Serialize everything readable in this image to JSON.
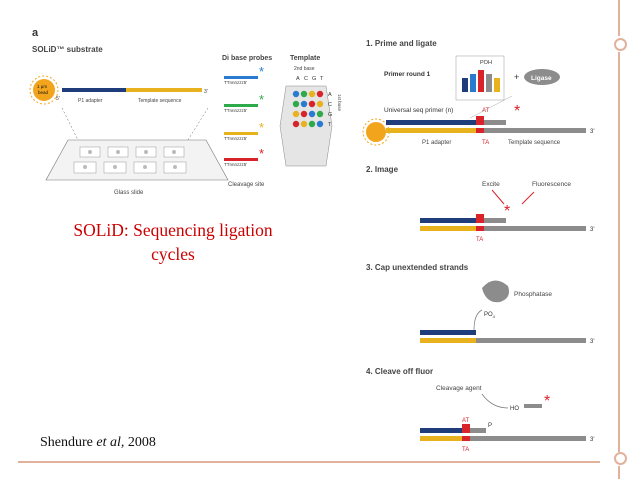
{
  "slide": {
    "caption_line1": "SOLiD: Sequencing ligation",
    "caption_line2": "cycles",
    "credit_author": "Shendure",
    "credit_etal": "et al,",
    "credit_year": "2008"
  },
  "panel_a": {
    "letter": "a",
    "title": "SOLiD™ substrate",
    "bead_label_1": "1 μm",
    "bead_label_2": "bead",
    "p1_adapter": "P1 adapter",
    "template_sequence": "Template sequence",
    "five_prime": "5'",
    "three_prime": "3'",
    "glass_slide": "Glass slide",
    "di_base_probes": "Di base probes",
    "probe_seq": "TTnnnzzz5'",
    "cleavage_site": "Cleavage site",
    "template_title": "Template",
    "second_base": "2nd base",
    "first_base": "1st base",
    "bases": [
      "A",
      "C",
      "G",
      "T"
    ]
  },
  "steps": {
    "step1_title": "1. Prime and ligate",
    "primer_round": "Primer round 1",
    "poh": "POH",
    "plus": "+",
    "ligase": "Ligase",
    "universal_primer": "Universal seq primer (n)",
    "at": "AT",
    "ta": "TA",
    "p1_adapter": "P1 adapter",
    "template_sequence": "Template sequence",
    "step2_title": "2. Image",
    "excite": "Excite",
    "fluorescence": "Fluorescence",
    "step3_title": "3. Cap unextended strands",
    "phosphatase": "Phosphatase",
    "po4": "PO",
    "po4_sub": "4",
    "step4_title": "4. Cleave off fluor",
    "cleavage_agent": "Cleavage agent",
    "ho": "HO",
    "p": "P",
    "three_prime": "3'"
  },
  "colors": {
    "accent_frame": "#e2b19b",
    "caption_red": "#cc0000",
    "navy": "#1f3d7a",
    "yellow": "#e8b21f",
    "gray": "#8c8c8c",
    "red": "#d8232a",
    "blue_probe": "#2a7bd0",
    "green_probe": "#2eaa4a",
    "purple": "#8e5bd3"
  }
}
